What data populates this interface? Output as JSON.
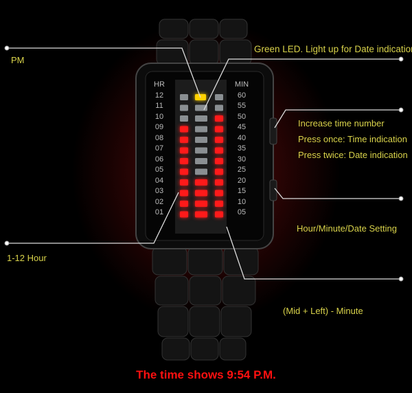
{
  "annotations": {
    "pm": "PM",
    "green_led": "Green LED. Light up for Date indication",
    "increase": "Increase time number",
    "press_once": "Press once: Time indication",
    "press_twice": "Press twice: Date indication",
    "setting": "Hour/Minute/Date Setting",
    "hour": "1-12 Hour",
    "minute": "(Mid + Left) - Minute"
  },
  "caption": "The time shows 9:54 P.M.",
  "watch": {
    "hr_header": "HR",
    "min_header": "MIN",
    "hours": [
      "12",
      "11",
      "10",
      "09",
      "08",
      "07",
      "06",
      "05",
      "04",
      "03",
      "02",
      "01"
    ],
    "minutes": [
      "60",
      "55",
      "50",
      "45",
      "40",
      "35",
      "30",
      "25",
      "20",
      "15",
      "10",
      "05"
    ],
    "hour_lit": 9,
    "minute_five_lit": 10,
    "minute_single_lit": 4,
    "pm_lit": true
  },
  "colors": {
    "led_red": "#ff1a1a",
    "led_off": "#8a8f92",
    "led_yellow": "#ffd200",
    "label": "#d8d24a",
    "caption": "#ff1010"
  }
}
